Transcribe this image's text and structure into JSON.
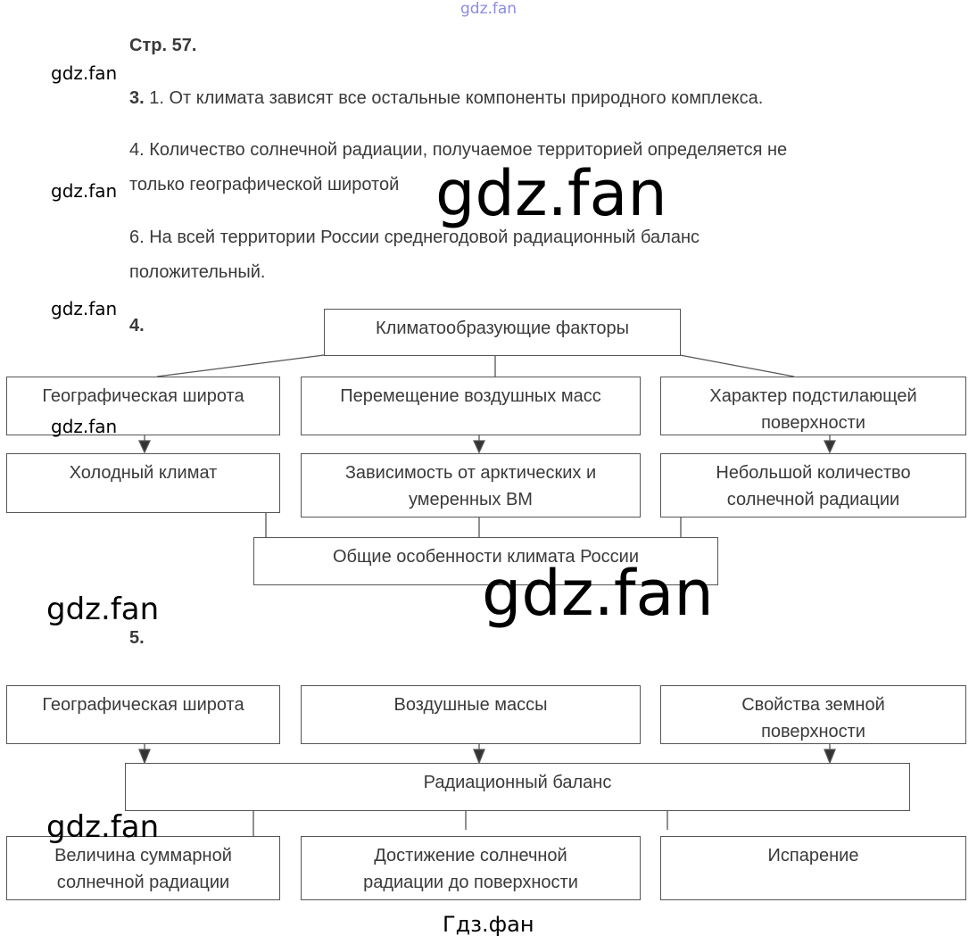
{
  "watermarks": {
    "top": "gdz.fan",
    "side": "gdz.fan",
    "large": "gdz.fan",
    "bottom": "Гдз.фан"
  },
  "page_heading": "Стр. 57.",
  "task3": {
    "number": "3.",
    "items": [
      "1. От климата зависят все остальные компоненты природного комплекса.",
      "4. Количество солнечной радиации, получаемое территорией определяется не",
      "только географической широтой",
      "6. На всей территории России среднегодовой радиационный баланс",
      "положительный."
    ]
  },
  "task4": {
    "number": "4.",
    "top": "Климатообразующие факторы",
    "factors": [
      [
        "Географическая широта"
      ],
      [
        "Перемещение воздушных масс"
      ],
      [
        "Характер подстилающей",
        "поверхности"
      ]
    ],
    "effects": [
      [
        "Холодный климат"
      ],
      [
        "Зависимость от арктических и",
        "умеренных ВМ"
      ],
      [
        "Небольшой количество",
        "солнечной радиации"
      ]
    ],
    "bottom": "Общие особенности климата России"
  },
  "task5": {
    "number": "5.",
    "factors": [
      [
        "Географическая широта"
      ],
      [
        "Воздушные массы"
      ],
      [
        "Свойства земной",
        "поверхности"
      ]
    ],
    "middle": "Радиационный баланс",
    "results": [
      [
        "Величина суммарной",
        "солнечной радиации"
      ],
      [
        "Достижение солнечной",
        "радиации до поверхности"
      ],
      [
        "Испарение"
      ]
    ]
  }
}
